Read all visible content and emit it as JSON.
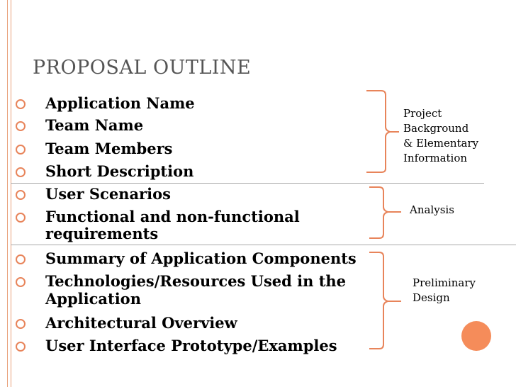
{
  "slide": {
    "title": "PROPOSAL OUTLINE",
    "bullets": [
      {
        "line1": "Application Name"
      },
      {
        "line1": "Team Name"
      },
      {
        "line1": "Team Members"
      },
      {
        "line1": "Short Description"
      },
      {
        "line1": "User Scenarios"
      },
      {
        "line1": "Functional and non-functional",
        "line2": "requirements"
      },
      {
        "line1": "Summary of Application Components"
      },
      {
        "line1": "Technologies/Resources Used in the",
        "line2": "Application"
      },
      {
        "line1": "Architectural Overview"
      },
      {
        "line1": "User Interface Prototype/Examples"
      }
    ],
    "annotations": {
      "project_background": [
        "Project",
        "Background",
        "& Elementary",
        "Information"
      ],
      "analysis": [
        "Analysis"
      ],
      "preliminary_design": [
        "Preliminary",
        "Design"
      ]
    },
    "colors": {
      "accent": "#e8845a",
      "title": "#555555",
      "decoration": "#f58c5a"
    }
  }
}
